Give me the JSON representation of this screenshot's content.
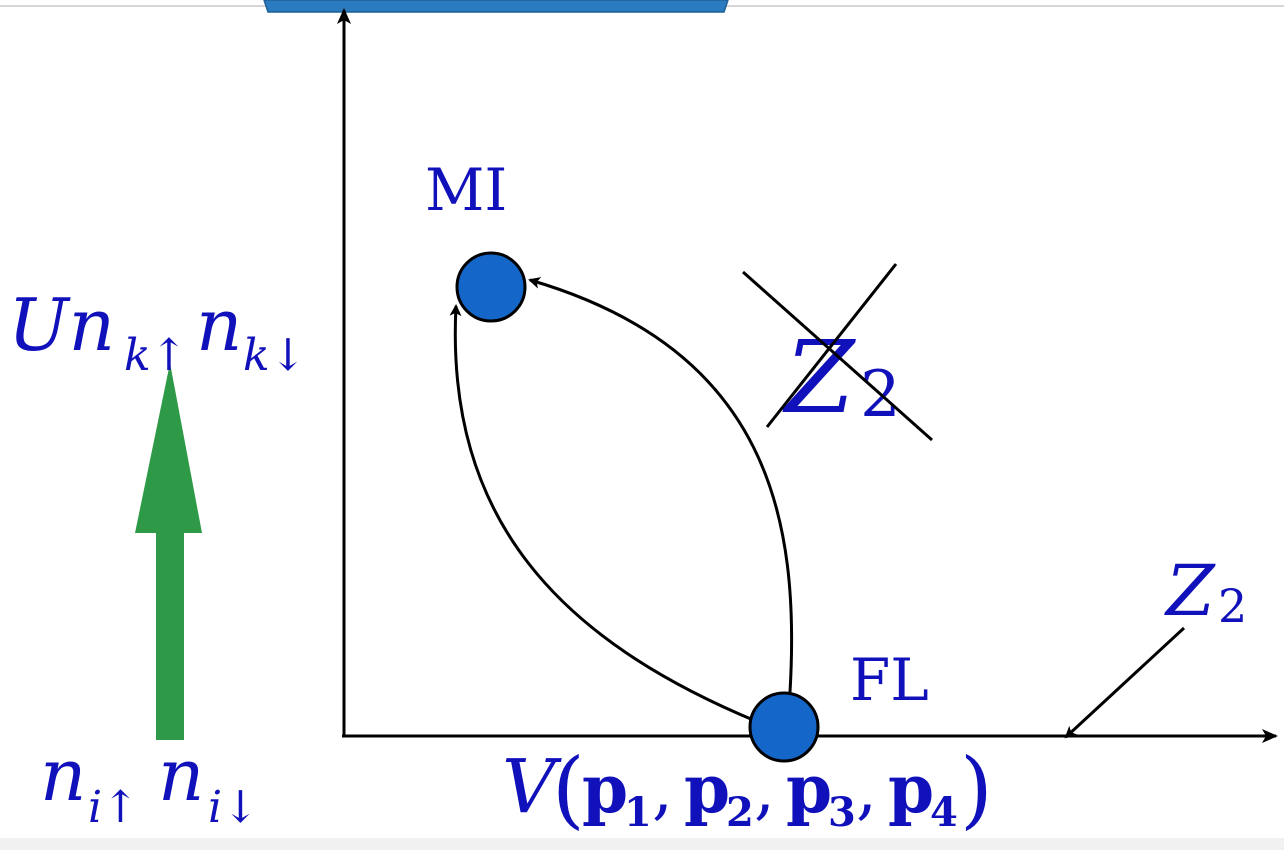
{
  "colors": {
    "accent": "#1111bb",
    "node_fill": "#1466c8",
    "arrow_green": "#2e9a47",
    "banner": "#2a7bbf",
    "axis": "#000000"
  },
  "labels": {
    "mi": "MI",
    "fl": "FL",
    "coupling_local_main": "Un",
    "coupling_local_sub": "k↑",
    "coupling_local_main2": "n",
    "coupling_local_sub2": "k↓",
    "coupling_site_main": "n",
    "coupling_site_sub": "i↑",
    "coupling_site_main2": "n",
    "coupling_site_sub2": "i↓",
    "z2_crossed_main": "Z",
    "z2_crossed_sub": "2",
    "z2_axis_main": "Z",
    "z2_axis_sub": "2",
    "x_axis_func": "V",
    "x_axis_open": "(",
    "x_axis_close": ")",
    "x_axis_args": [
      {
        "main": "p",
        "sub": "1"
      },
      {
        "main": "p",
        "sub": "2"
      },
      {
        "main": "p",
        "sub": "3"
      },
      {
        "main": "p",
        "sub": "4"
      }
    ],
    "comma": ","
  }
}
